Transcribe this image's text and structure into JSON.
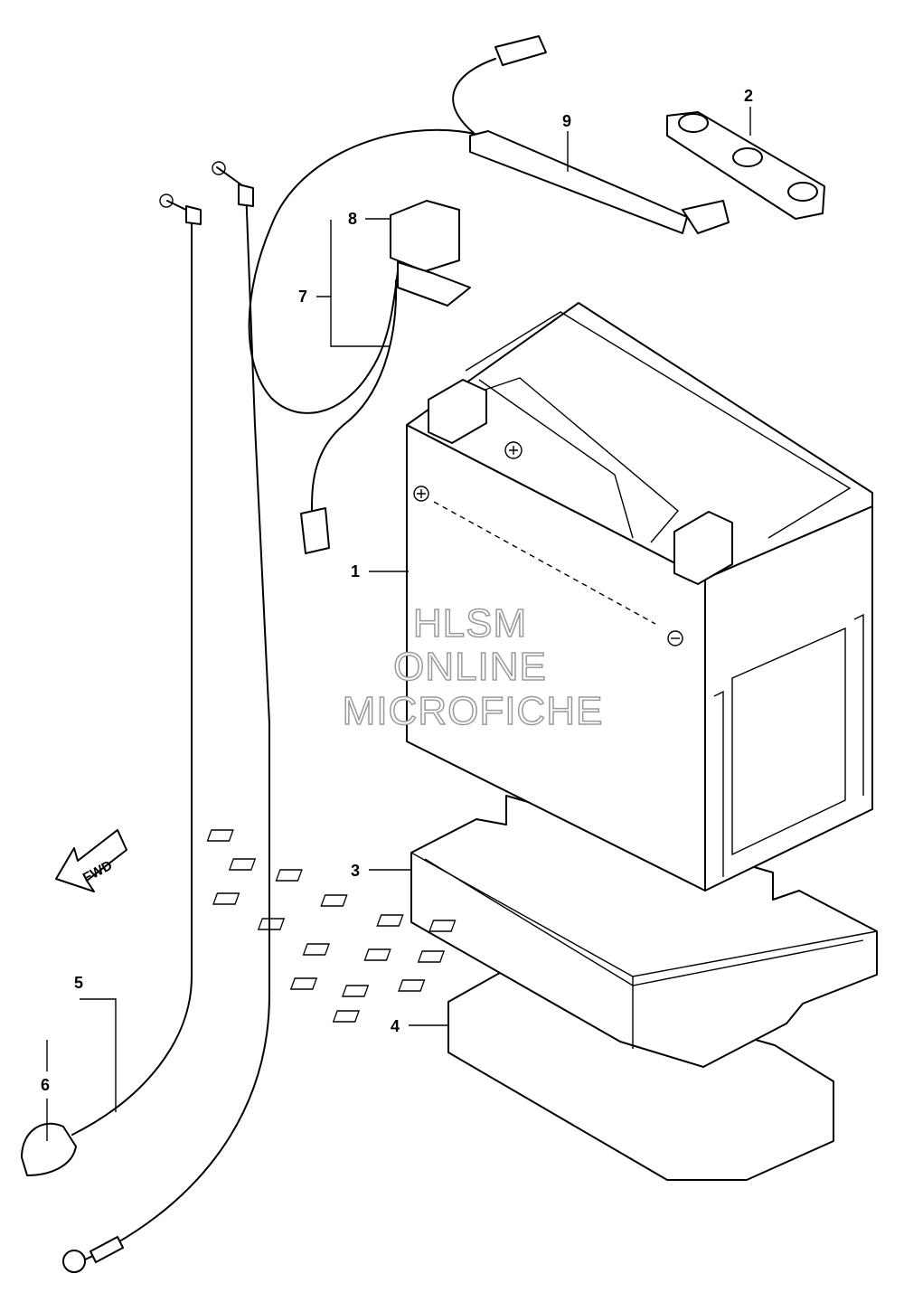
{
  "callouts": [
    {
      "id": "1",
      "label": "1"
    },
    {
      "id": "2",
      "label": "2"
    },
    {
      "id": "3",
      "label": "3"
    },
    {
      "id": "4",
      "label": "4"
    },
    {
      "id": "5",
      "label": "5"
    },
    {
      "id": "6",
      "label": "6"
    },
    {
      "id": "7",
      "label": "7"
    },
    {
      "id": "8",
      "label": "8"
    },
    {
      "id": "9",
      "label": "9"
    }
  ],
  "fwd_label": "FWD",
  "watermark": [
    "HLSM",
    "ONLINE",
    "MICROFICHE"
  ]
}
